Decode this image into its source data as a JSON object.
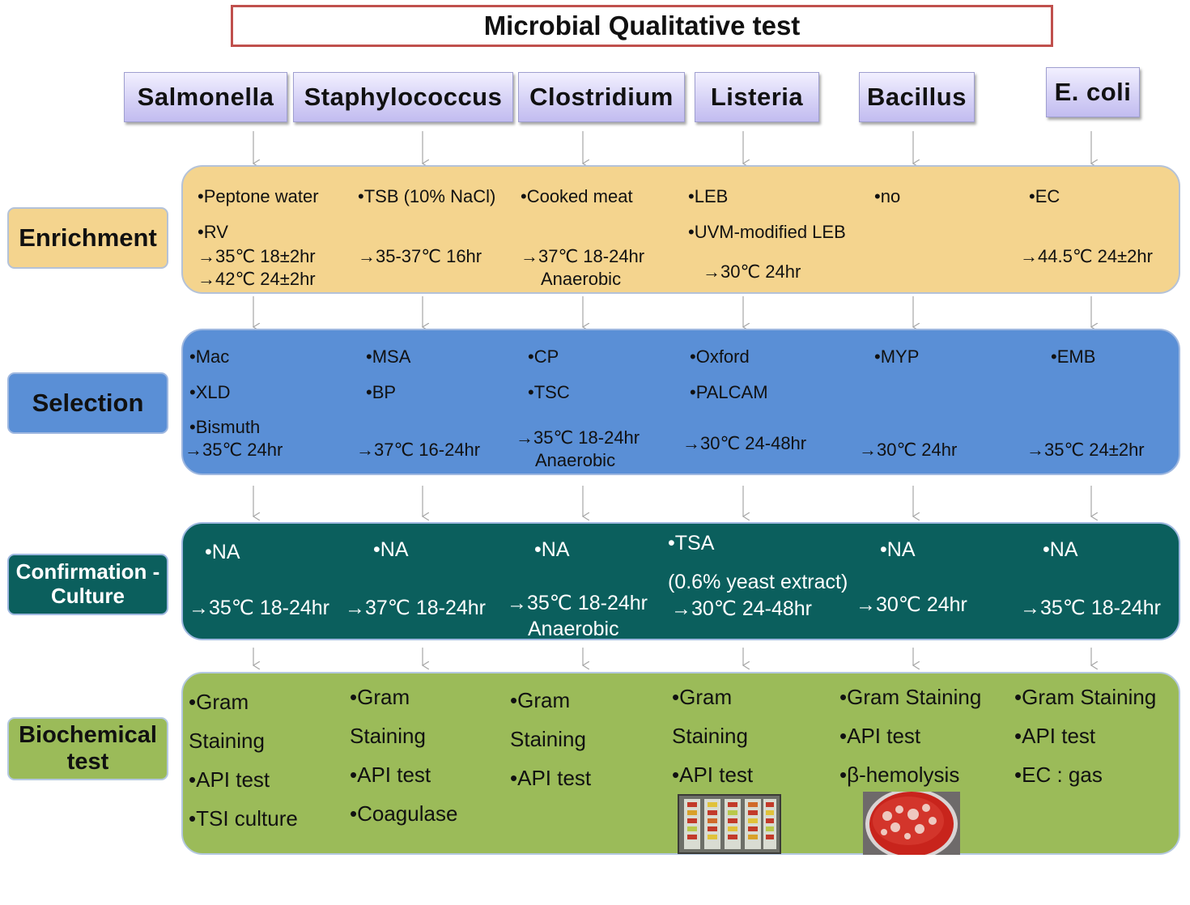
{
  "title": "Microbial Qualitative test",
  "organisms": [
    "Salmonella",
    "Staphylococcus",
    "Clostridium",
    "Listeria",
    "Bacillus",
    "E. coli"
  ],
  "stages": {
    "enrichment": "Enrichment",
    "selection": "Selection",
    "confirmation": "Confirmation -Culture",
    "biochemical": "Biochemical test"
  },
  "enrichment": {
    "salmonella": [
      "Peptone water",
      "RV",
      "35℃ 18±2hr",
      "42℃ 24±2hr"
    ],
    "staphylococcus": [
      "TSB (10% NaCl)",
      "35-37℃ 16hr"
    ],
    "clostridium": [
      "Cooked meat",
      "37℃ 18-24hr",
      "Anaerobic"
    ],
    "listeria": [
      "LEB",
      "UVM-modified LEB",
      "30℃ 24hr"
    ],
    "bacillus": [
      "no"
    ],
    "ecoli": [
      "EC",
      "44.5℃ 24±2hr"
    ]
  },
  "selection": {
    "salmonella": [
      "Mac",
      "XLD",
      "Bismuth",
      "35℃ 24hr"
    ],
    "staphylococcus": [
      "MSA",
      "BP",
      "37℃ 16-24hr"
    ],
    "clostridium": [
      "CP",
      "TSC",
      "35℃ 18-24hr",
      "Anaerobic"
    ],
    "listeria": [
      "Oxford",
      "PALCAM",
      "30℃ 24-48hr"
    ],
    "bacillus": [
      "MYP",
      "30℃ 24hr"
    ],
    "ecoli": [
      "EMB",
      "35℃ 24±2hr"
    ]
  },
  "confirmation": {
    "salmonella": [
      "NA",
      "35℃ 18-24hr"
    ],
    "staphylococcus": [
      "NA",
      "37℃ 18-24hr"
    ],
    "clostridium": [
      "NA",
      "35℃ 18-24hr",
      "Anaerobic"
    ],
    "listeria": [
      "TSA",
      "(0.6% yeast extract)",
      "30℃ 24-48hr"
    ],
    "bacillus": [
      "NA",
      "30℃ 24hr"
    ],
    "ecoli": [
      "NA",
      "35℃ 18-24hr"
    ]
  },
  "biochemical": {
    "salmonella": [
      "Gram",
      "Staining",
      "API test",
      "TSI culture"
    ],
    "staphylococcus": [
      "Gram",
      "Staining",
      "API test",
      "Coagulase"
    ],
    "clostridium": [
      "Gram",
      "Staining",
      "API test"
    ],
    "listeria": [
      "Gram",
      "Staining",
      "API test"
    ],
    "bacillus": [
      "Gram Staining",
      "API test",
      "β-hemolysis"
    ],
    "ecoli": [
      "Gram Staining",
      "API test",
      "EC : gas"
    ]
  },
  "colors": {
    "title_border": "#c0504d",
    "organism_fill": "#d6d2f6",
    "enrichment": "#f4d48e",
    "selection": "#5a8fd6",
    "confirmation": "#0b5f5d",
    "biochemical": "#9bbb59",
    "arrow": "#a6a6a6"
  },
  "images": {
    "api_strip": "api-test-strip-photo",
    "blood_agar": "blood-agar-plate-photo"
  }
}
